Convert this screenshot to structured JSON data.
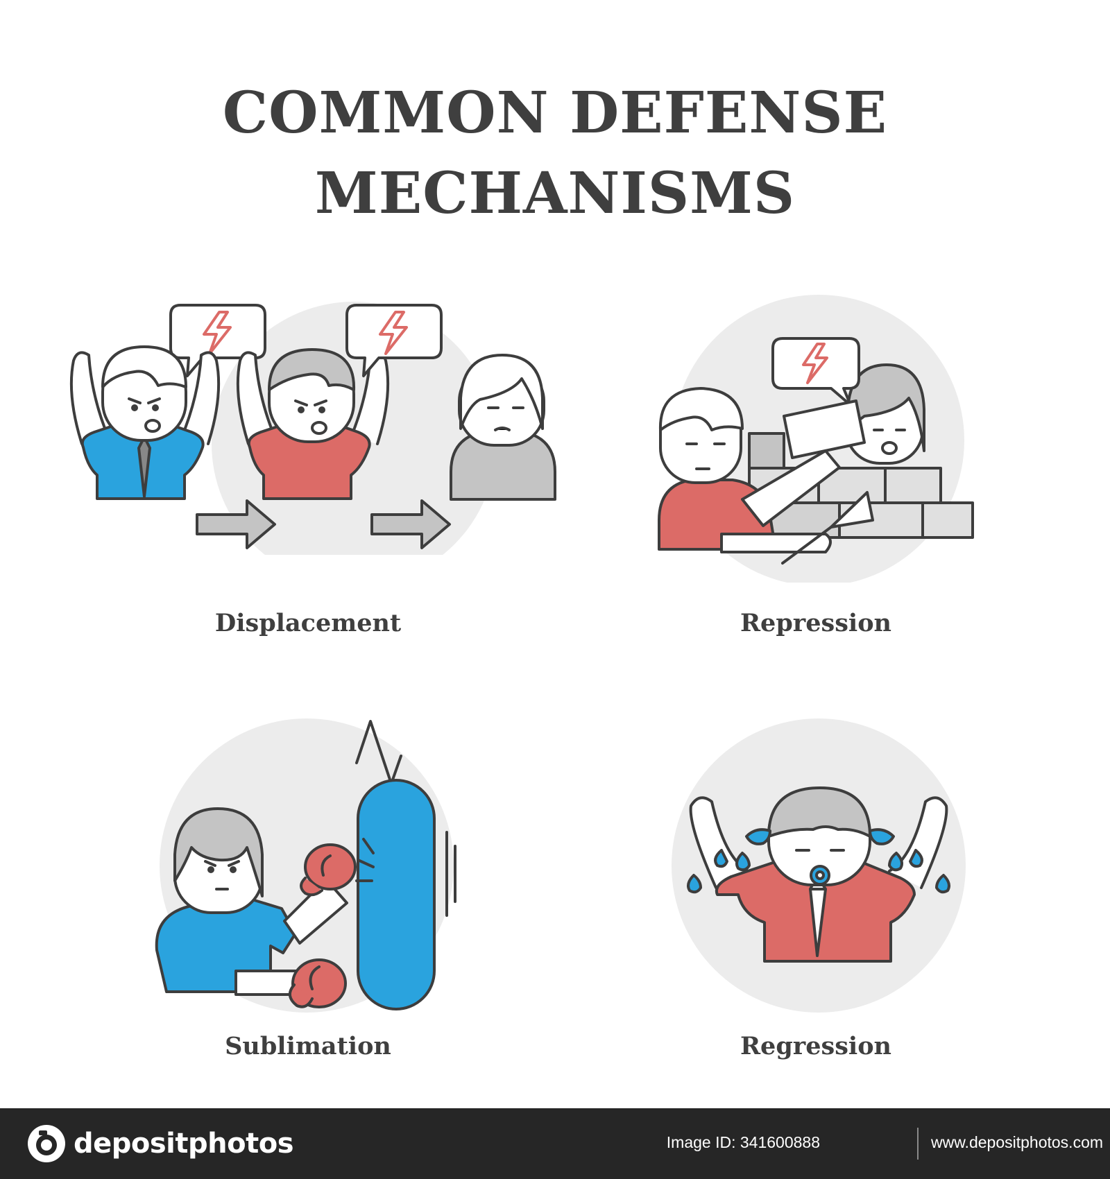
{
  "title": {
    "line1": "COMMON DEFENSE",
    "line2": "MECHANISMS"
  },
  "panels": [
    {
      "label": "Displacement"
    },
    {
      "label": "Repression"
    },
    {
      "label": "Sublimation"
    },
    {
      "label": "Regression"
    }
  ],
  "footer": {
    "brand": "depositphotos",
    "image_id": "Image ID: 341600888",
    "url": "www.depositphotos.com"
  },
  "colors": {
    "outline": "#3d3d3d",
    "blue": "#2aa3de",
    "red": "#dc6b67",
    "gray": "#c4c4c4",
    "light_gray": "#e6e6e6",
    "text": "#3f3f3f",
    "footer_bg": "#262626"
  }
}
